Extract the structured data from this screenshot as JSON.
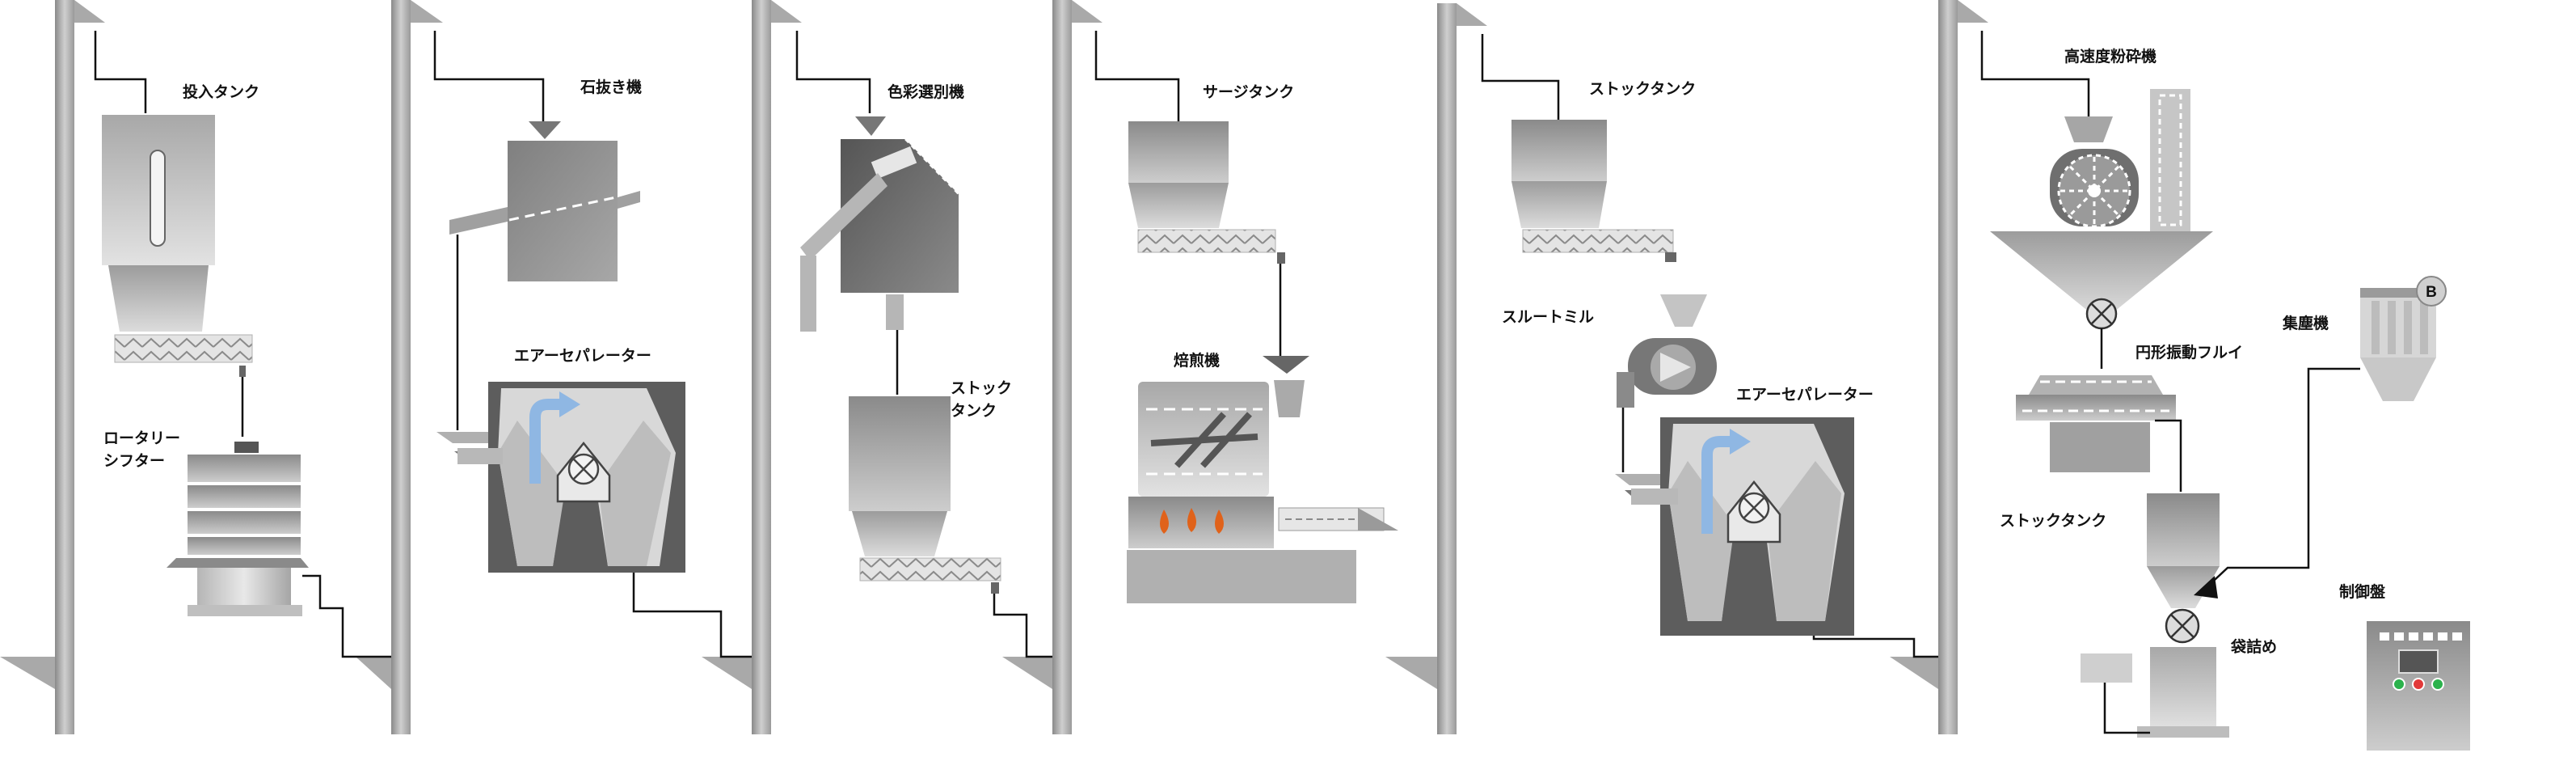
{
  "labels": {
    "feed_tank": "投入タンク",
    "rotary_sifter_1": "ロータリー",
    "rotary_sifter_2": "シフター",
    "stone_remover": "石抜き機",
    "air_separator_1": "エアーセパレーター",
    "color_sorter": "色彩選別機",
    "stock_tank_1a": "ストック",
    "stock_tank_1b": "タンク",
    "surge_tank": "サージタンク",
    "roaster": "焙煎機",
    "stock_tank_2": "ストックタンク",
    "sluttomill": "スルートミル",
    "air_separator_2": "エアーセパレーター",
    "high_speed_pulverizer": "高速度粉砕機",
    "circular_vibrating_sieve": "円形振動フルイ",
    "dust_collector": "集塵機",
    "stock_tank_3": "ストックタンク",
    "bagging": "袋詰め",
    "control_panel": "制御盤",
    "blower_badge": "B"
  },
  "colors": {
    "column": "#bdbdbd",
    "equipment_light": "#d9d9d9",
    "equipment_mid": "#9e9e9e",
    "equipment_dark": "#6b6b6b",
    "airflow": "#8fb7e3",
    "flame": "#e0621a",
    "indicator_green": "#2bb24c",
    "indicator_red": "#e23a3a",
    "line": "#111111"
  }
}
